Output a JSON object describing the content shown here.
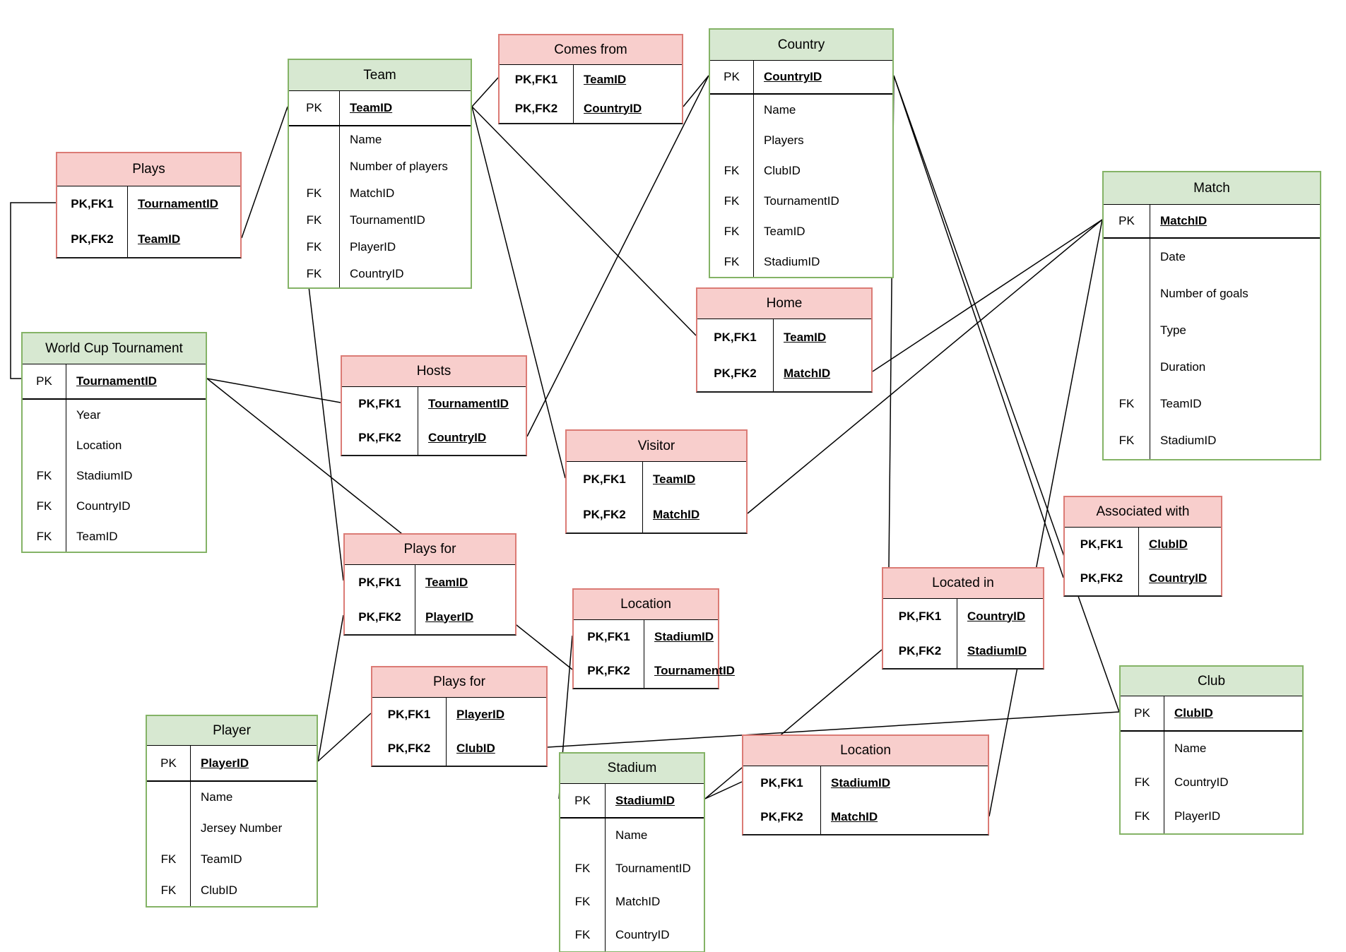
{
  "diagram_title": "World Cup ER diagram",
  "colors": {
    "entity_header_fill": "#d7e8d1",
    "entity_border": "#84b366",
    "relationship_header_fill": "#f8cecc",
    "relationship_border": "#db7b75",
    "line_color": "#000000",
    "background": "#ffffff"
  },
  "tables": [
    {
      "id": "plays",
      "title": "Plays",
      "theme": "pink",
      "key_rows": [
        {
          "key": "PK,FK1",
          "value": "TournamentID"
        },
        {
          "key": "PK,FK2",
          "value": "TeamID"
        }
      ],
      "rows": []
    },
    {
      "id": "team",
      "title": "Team",
      "theme": "green",
      "key_rows": [
        {
          "key": "PK",
          "value": "TeamID"
        }
      ],
      "rows": [
        {
          "key": "",
          "value": "Name"
        },
        {
          "key": "",
          "value": "Number of players"
        },
        {
          "key": "FK",
          "value": "MatchID"
        },
        {
          "key": "FK",
          "value": "TournamentID"
        },
        {
          "key": "FK",
          "value": "PlayerID"
        },
        {
          "key": "FK",
          "value": "CountryID"
        }
      ]
    },
    {
      "id": "comes-from",
      "title": "Comes from",
      "theme": "pink",
      "key_rows": [
        {
          "key": "PK,FK1",
          "value": "TeamID"
        },
        {
          "key": "PK,FK2",
          "value": "CountryID"
        }
      ],
      "rows": []
    },
    {
      "id": "country",
      "title": "Country",
      "theme": "green",
      "key_rows": [
        {
          "key": "PK",
          "value": "CountryID"
        }
      ],
      "rows": [
        {
          "key": "",
          "value": "Name"
        },
        {
          "key": "",
          "value": "Players"
        },
        {
          "key": "FK",
          "value": "ClubID"
        },
        {
          "key": "FK",
          "value": "TournamentID"
        },
        {
          "key": "FK",
          "value": "TeamID"
        },
        {
          "key": "FK",
          "value": "StadiumID"
        }
      ]
    },
    {
      "id": "match",
      "title": "Match",
      "theme": "green",
      "key_rows": [
        {
          "key": "PK",
          "value": "MatchID"
        }
      ],
      "rows": [
        {
          "key": "",
          "value": "Date"
        },
        {
          "key": "",
          "value": "Number of goals"
        },
        {
          "key": "",
          "value": "Type"
        },
        {
          "key": "",
          "value": "Duration"
        },
        {
          "key": "FK",
          "value": "TeamID"
        },
        {
          "key": "FK",
          "value": "StadiumID"
        }
      ]
    },
    {
      "id": "world-cup-tournament",
      "title": "World Cup Tournament",
      "theme": "green",
      "key_rows": [
        {
          "key": "PK",
          "value": "TournamentID"
        }
      ],
      "rows": [
        {
          "key": "",
          "value": "Year"
        },
        {
          "key": "",
          "value": "Location"
        },
        {
          "key": "FK",
          "value": "StadiumID"
        },
        {
          "key": "FK",
          "value": "CountryID"
        },
        {
          "key": "FK",
          "value": "TeamID"
        }
      ]
    },
    {
      "id": "hosts",
      "title": "Hosts",
      "theme": "pink",
      "key_rows": [
        {
          "key": "PK,FK1",
          "value": "TournamentID"
        },
        {
          "key": "PK,FK2",
          "value": "CountryID"
        }
      ],
      "rows": []
    },
    {
      "id": "home",
      "title": "Home",
      "theme": "pink",
      "key_rows": [
        {
          "key": "PK,FK1",
          "value": "TeamID"
        },
        {
          "key": "PK,FK2",
          "value": "MatchID"
        }
      ],
      "rows": []
    },
    {
      "id": "visitor",
      "title": "Visitor",
      "theme": "pink",
      "key_rows": [
        {
          "key": "PK,FK1",
          "value": "TeamID"
        },
        {
          "key": "PK,FK2",
          "value": "MatchID"
        }
      ],
      "rows": []
    },
    {
      "id": "plays-for-team",
      "title": "Plays for",
      "theme": "pink",
      "key_rows": [
        {
          "key": "PK,FK1",
          "value": "TeamID"
        },
        {
          "key": "PK,FK2",
          "value": "PlayerID"
        }
      ],
      "rows": []
    },
    {
      "id": "location-tournament",
      "title": "Location",
      "theme": "pink",
      "key_rows": [
        {
          "key": "PK,FK1",
          "value": "StadiumID"
        },
        {
          "key": "PK,FK2",
          "value": "TournamentID"
        }
      ],
      "rows": []
    },
    {
      "id": "located-in",
      "title": "Located in",
      "theme": "pink",
      "key_rows": [
        {
          "key": "PK,FK1",
          "value": "CountryID"
        },
        {
          "key": "PK,FK2",
          "value": "StadiumID"
        }
      ],
      "rows": []
    },
    {
      "id": "associated-with",
      "title": "Associated with",
      "theme": "pink",
      "key_rows": [
        {
          "key": "PK,FK1",
          "value": "ClubID"
        },
        {
          "key": "PK,FK2",
          "value": "CountryID"
        }
      ],
      "rows": []
    },
    {
      "id": "plays-for-club",
      "title": "Plays for",
      "theme": "pink",
      "key_rows": [
        {
          "key": "PK,FK1",
          "value": "PlayerID"
        },
        {
          "key": "PK,FK2",
          "value": "ClubID"
        }
      ],
      "rows": []
    },
    {
      "id": "location-match",
      "title": "Location",
      "theme": "pink",
      "key_rows": [
        {
          "key": "PK,FK1",
          "value": "StadiumID"
        },
        {
          "key": "PK,FK2",
          "value": "MatchID"
        }
      ],
      "rows": []
    },
    {
      "id": "player",
      "title": "Player",
      "theme": "green",
      "key_rows": [
        {
          "key": "PK",
          "value": "PlayerID"
        }
      ],
      "rows": [
        {
          "key": "",
          "value": "Name"
        },
        {
          "key": "",
          "value": "Jersey Number"
        },
        {
          "key": "FK",
          "value": "TeamID"
        },
        {
          "key": "FK",
          "value": "ClubID"
        }
      ]
    },
    {
      "id": "stadium",
      "title": "Stadium",
      "theme": "green",
      "key_rows": [
        {
          "key": "PK",
          "value": "StadiumID"
        }
      ],
      "rows": [
        {
          "key": "",
          "value": "Name"
        },
        {
          "key": "FK",
          "value": "TournamentID"
        },
        {
          "key": "FK",
          "value": "MatchID"
        },
        {
          "key": "FK",
          "value": "CountryID"
        }
      ]
    },
    {
      "id": "club",
      "title": "Club",
      "theme": "green",
      "key_rows": [
        {
          "key": "PK",
          "value": "ClubID"
        }
      ],
      "rows": [
        {
          "key": "",
          "value": "Name"
        },
        {
          "key": "FK",
          "value": "CountryID"
        },
        {
          "key": "FK",
          "value": "PlayerID"
        }
      ]
    }
  ],
  "connections": [
    {
      "from": "Plays.TournamentID",
      "to": "World Cup Tournament.TournamentID"
    },
    {
      "from": "Plays.TeamID",
      "to": "Team.TeamID"
    },
    {
      "from": "Team.TeamID",
      "to": "Comes from.TeamID"
    },
    {
      "from": "Comes from.CountryID",
      "to": "Country.CountryID"
    },
    {
      "from": "Hosts.CountryID",
      "to": "Country.CountryID"
    },
    {
      "from": "World Cup Tournament.TournamentID",
      "to": "Hosts.TournamentID"
    },
    {
      "from": "World Cup Tournament.TournamentID",
      "to": "Location.TournamentID"
    },
    {
      "from": "Team.TeamID",
      "to": "Plays for.TeamID"
    },
    {
      "from": "Team.TeamID",
      "to": "Home.TeamID"
    },
    {
      "from": "Team.TeamID",
      "to": "Visitor.TeamID"
    },
    {
      "from": "Home.MatchID",
      "to": "Match.MatchID"
    },
    {
      "from": "Visitor.MatchID",
      "to": "Match.MatchID"
    },
    {
      "from": "Match.MatchID",
      "to": "Location.MatchID"
    },
    {
      "from": "Stadium.StadiumID",
      "to": "Location.StadiumID"
    },
    {
      "from": "Location.StadiumID",
      "to": "Stadium.StadiumID"
    },
    {
      "from": "Stadium.StadiumID",
      "to": "Located in.StadiumID"
    },
    {
      "from": "Country.CountryID",
      "to": "Located in.CountryID"
    },
    {
      "from": "Country.CountryID",
      "to": "Associated with.CountryID"
    },
    {
      "from": "Country.CountryID",
      "to": "Club.CountryID"
    },
    {
      "from": "Plays for.ClubID",
      "to": "Club.ClubID"
    },
    {
      "from": "Player.PlayerID",
      "to": "Plays for (Team).PlayerID"
    },
    {
      "from": "Player.PlayerID",
      "to": "Plays for (Club).PlayerID"
    }
  ]
}
